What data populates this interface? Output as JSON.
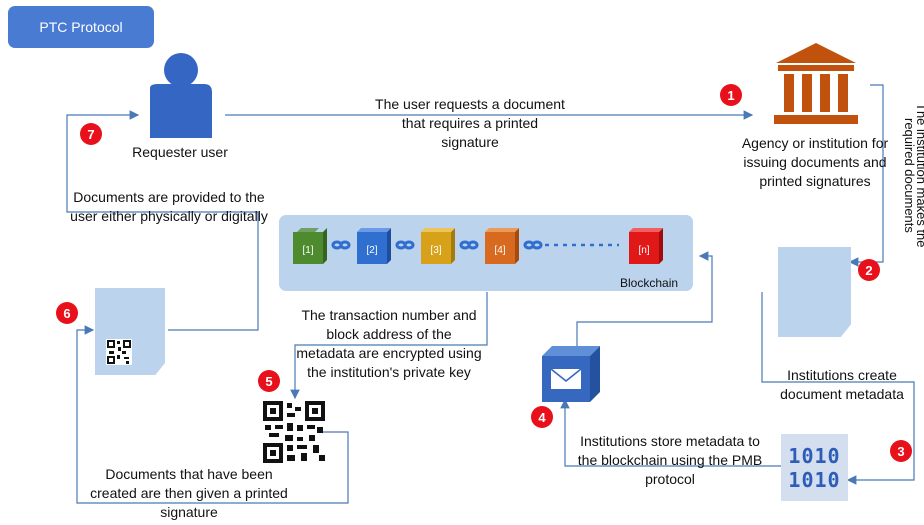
{
  "title": "PTC Protocol",
  "actors": {
    "requester": "Requester user",
    "agency": "Agency or institution for issuing documents and printed signatures",
    "blockchain": "Blockchain"
  },
  "steps": [
    {
      "number": "1",
      "text": "The user requests a document that requires a printed signature"
    },
    {
      "number": "2",
      "text": "The institution makes the required documents"
    },
    {
      "number": "3",
      "text": "Institutions create document metadata"
    },
    {
      "number": "4",
      "text": "Institutions store metadata to the blockchain using the PMB protocol"
    },
    {
      "number": "5",
      "text": "The transaction number and block address of the metadata are encrypted using the institution's private key"
    },
    {
      "number": "6",
      "text": "Documents that have been created are then given a printed signature"
    },
    {
      "number": "7",
      "text": "Documents are provided to the user either physically or digitally"
    }
  ],
  "blocks": [
    {
      "label": "[1]",
      "color": "#4e8a2e"
    },
    {
      "label": "[2]",
      "color": "#2e6fd0"
    },
    {
      "label": "[3]",
      "color": "#d7a21a"
    },
    {
      "label": "[4]",
      "color": "#d76a1e"
    },
    {
      "label": "[n]",
      "color": "#e01818"
    }
  ],
  "binary": [
    "1010",
    "1010"
  ],
  "colors": {
    "badge": "#4a7bd3",
    "step": "#e8101a",
    "panel": "#bcd3ee",
    "arrow": "#4b79b8",
    "user": "#3566c4",
    "building": "#c0520e"
  },
  "icons": [
    "user-icon",
    "institution-icon",
    "document-icon",
    "qr-code-icon",
    "envelope-icon",
    "binary-icon",
    "chain-link-icon"
  ]
}
